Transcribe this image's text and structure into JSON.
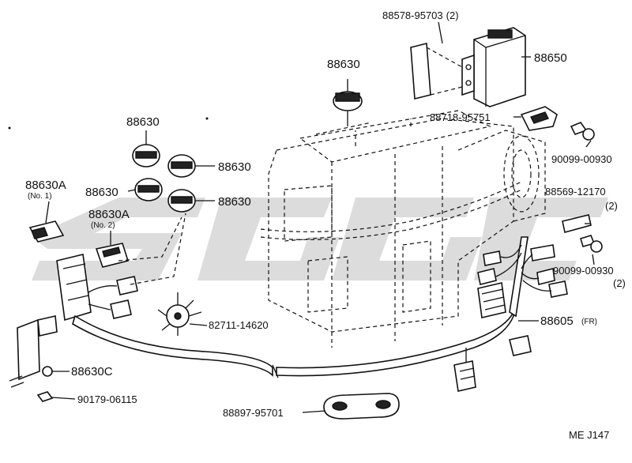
{
  "diagram": {
    "part_labels": [
      {
        "id": "p1",
        "text": "88578-95703",
        "qty": "(2)"
      },
      {
        "id": "p2",
        "text": "88650",
        "qty": ""
      },
      {
        "id": "p3",
        "text": "88630",
        "qty": ""
      },
      {
        "id": "p4",
        "text": "88718-95751",
        "qty": ""
      },
      {
        "id": "p5",
        "text": "88630",
        "qty": ""
      },
      {
        "id": "p6",
        "text": "88630",
        "qty": ""
      },
      {
        "id": "p7",
        "text": "90099-00930",
        "qty": ""
      },
      {
        "id": "p8",
        "text": "88630A",
        "qty": "(No. 1)"
      },
      {
        "id": "p9",
        "text": "88630",
        "qty": ""
      },
      {
        "id": "p10",
        "text": "88630",
        "qty": ""
      },
      {
        "id": "p11",
        "text": "88569-12170",
        "qty": "(2)"
      },
      {
        "id": "p12",
        "text": "88630A",
        "qty": "(No. 2)"
      },
      {
        "id": "p13",
        "text": "90099-00930",
        "qty": "(2)"
      },
      {
        "id": "p14",
        "text": "82711-14620",
        "qty": ""
      },
      {
        "id": "p15",
        "text": "88605",
        "qty": "(FR)"
      },
      {
        "id": "p16",
        "text": "88630C",
        "qty": ""
      },
      {
        "id": "p17",
        "text": "90179-06115",
        "qty": ""
      },
      {
        "id": "p18",
        "text": "88897-95701",
        "qty": ""
      }
    ],
    "diagram_code": "ME  J147"
  }
}
